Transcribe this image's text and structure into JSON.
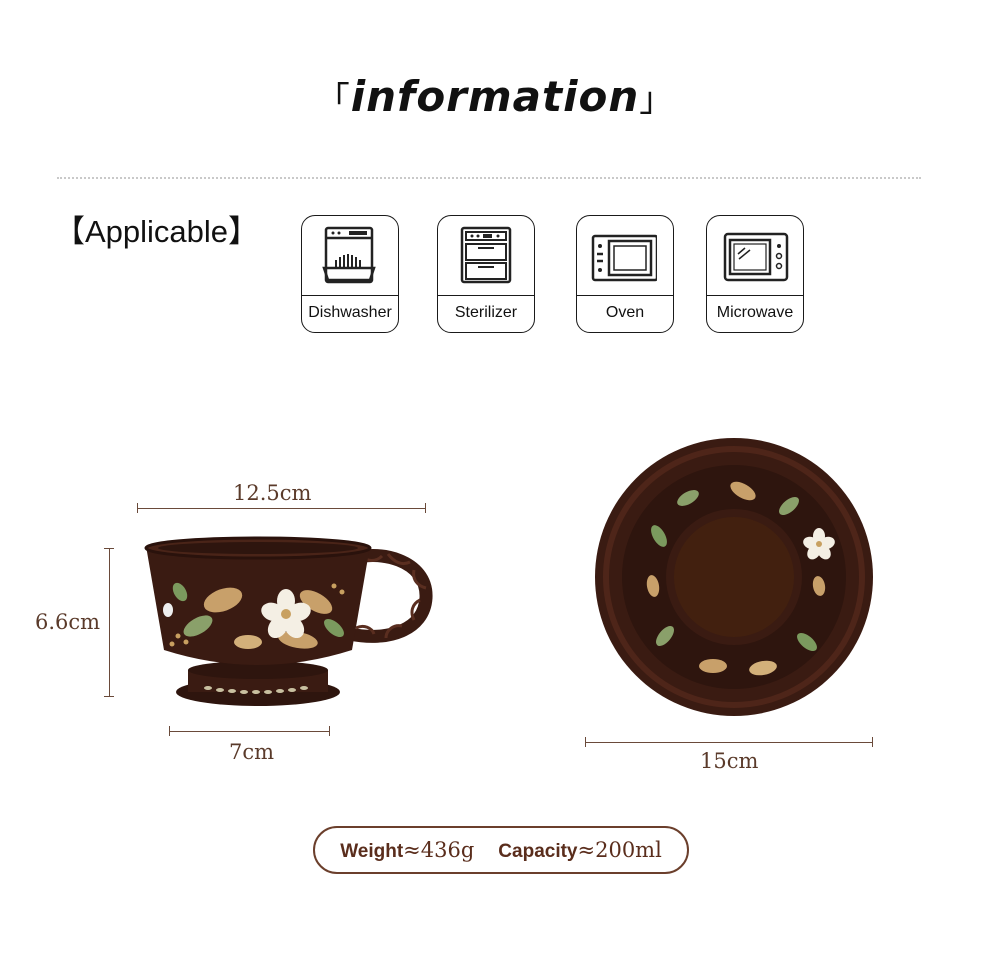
{
  "header": {
    "bracket_open": "「",
    "title": "information",
    "bracket_close": "」"
  },
  "applicable": {
    "label": "【Applicable】",
    "items": [
      {
        "label": "Dishwasher",
        "icon": "dishwasher-icon"
      },
      {
        "label": "Sterilizer",
        "icon": "sterilizer-icon"
      },
      {
        "label": "Oven",
        "icon": "oven-icon"
      },
      {
        "label": "Microwave",
        "icon": "microwave-icon"
      }
    ]
  },
  "dimensions": {
    "cup_width": "12.5cm",
    "cup_height": "6.6cm",
    "cup_base": "7cm",
    "saucer_diameter": "15cm"
  },
  "specs": {
    "weight_label": "Weight",
    "weight_value": "≈436g",
    "capacity_label": "Capacity",
    "capacity_value": "≈200ml"
  },
  "colors": {
    "ceramic": "#3a1b12",
    "accent_brown": "#6b3f2c",
    "dimension_text": "#5a3a2a"
  }
}
